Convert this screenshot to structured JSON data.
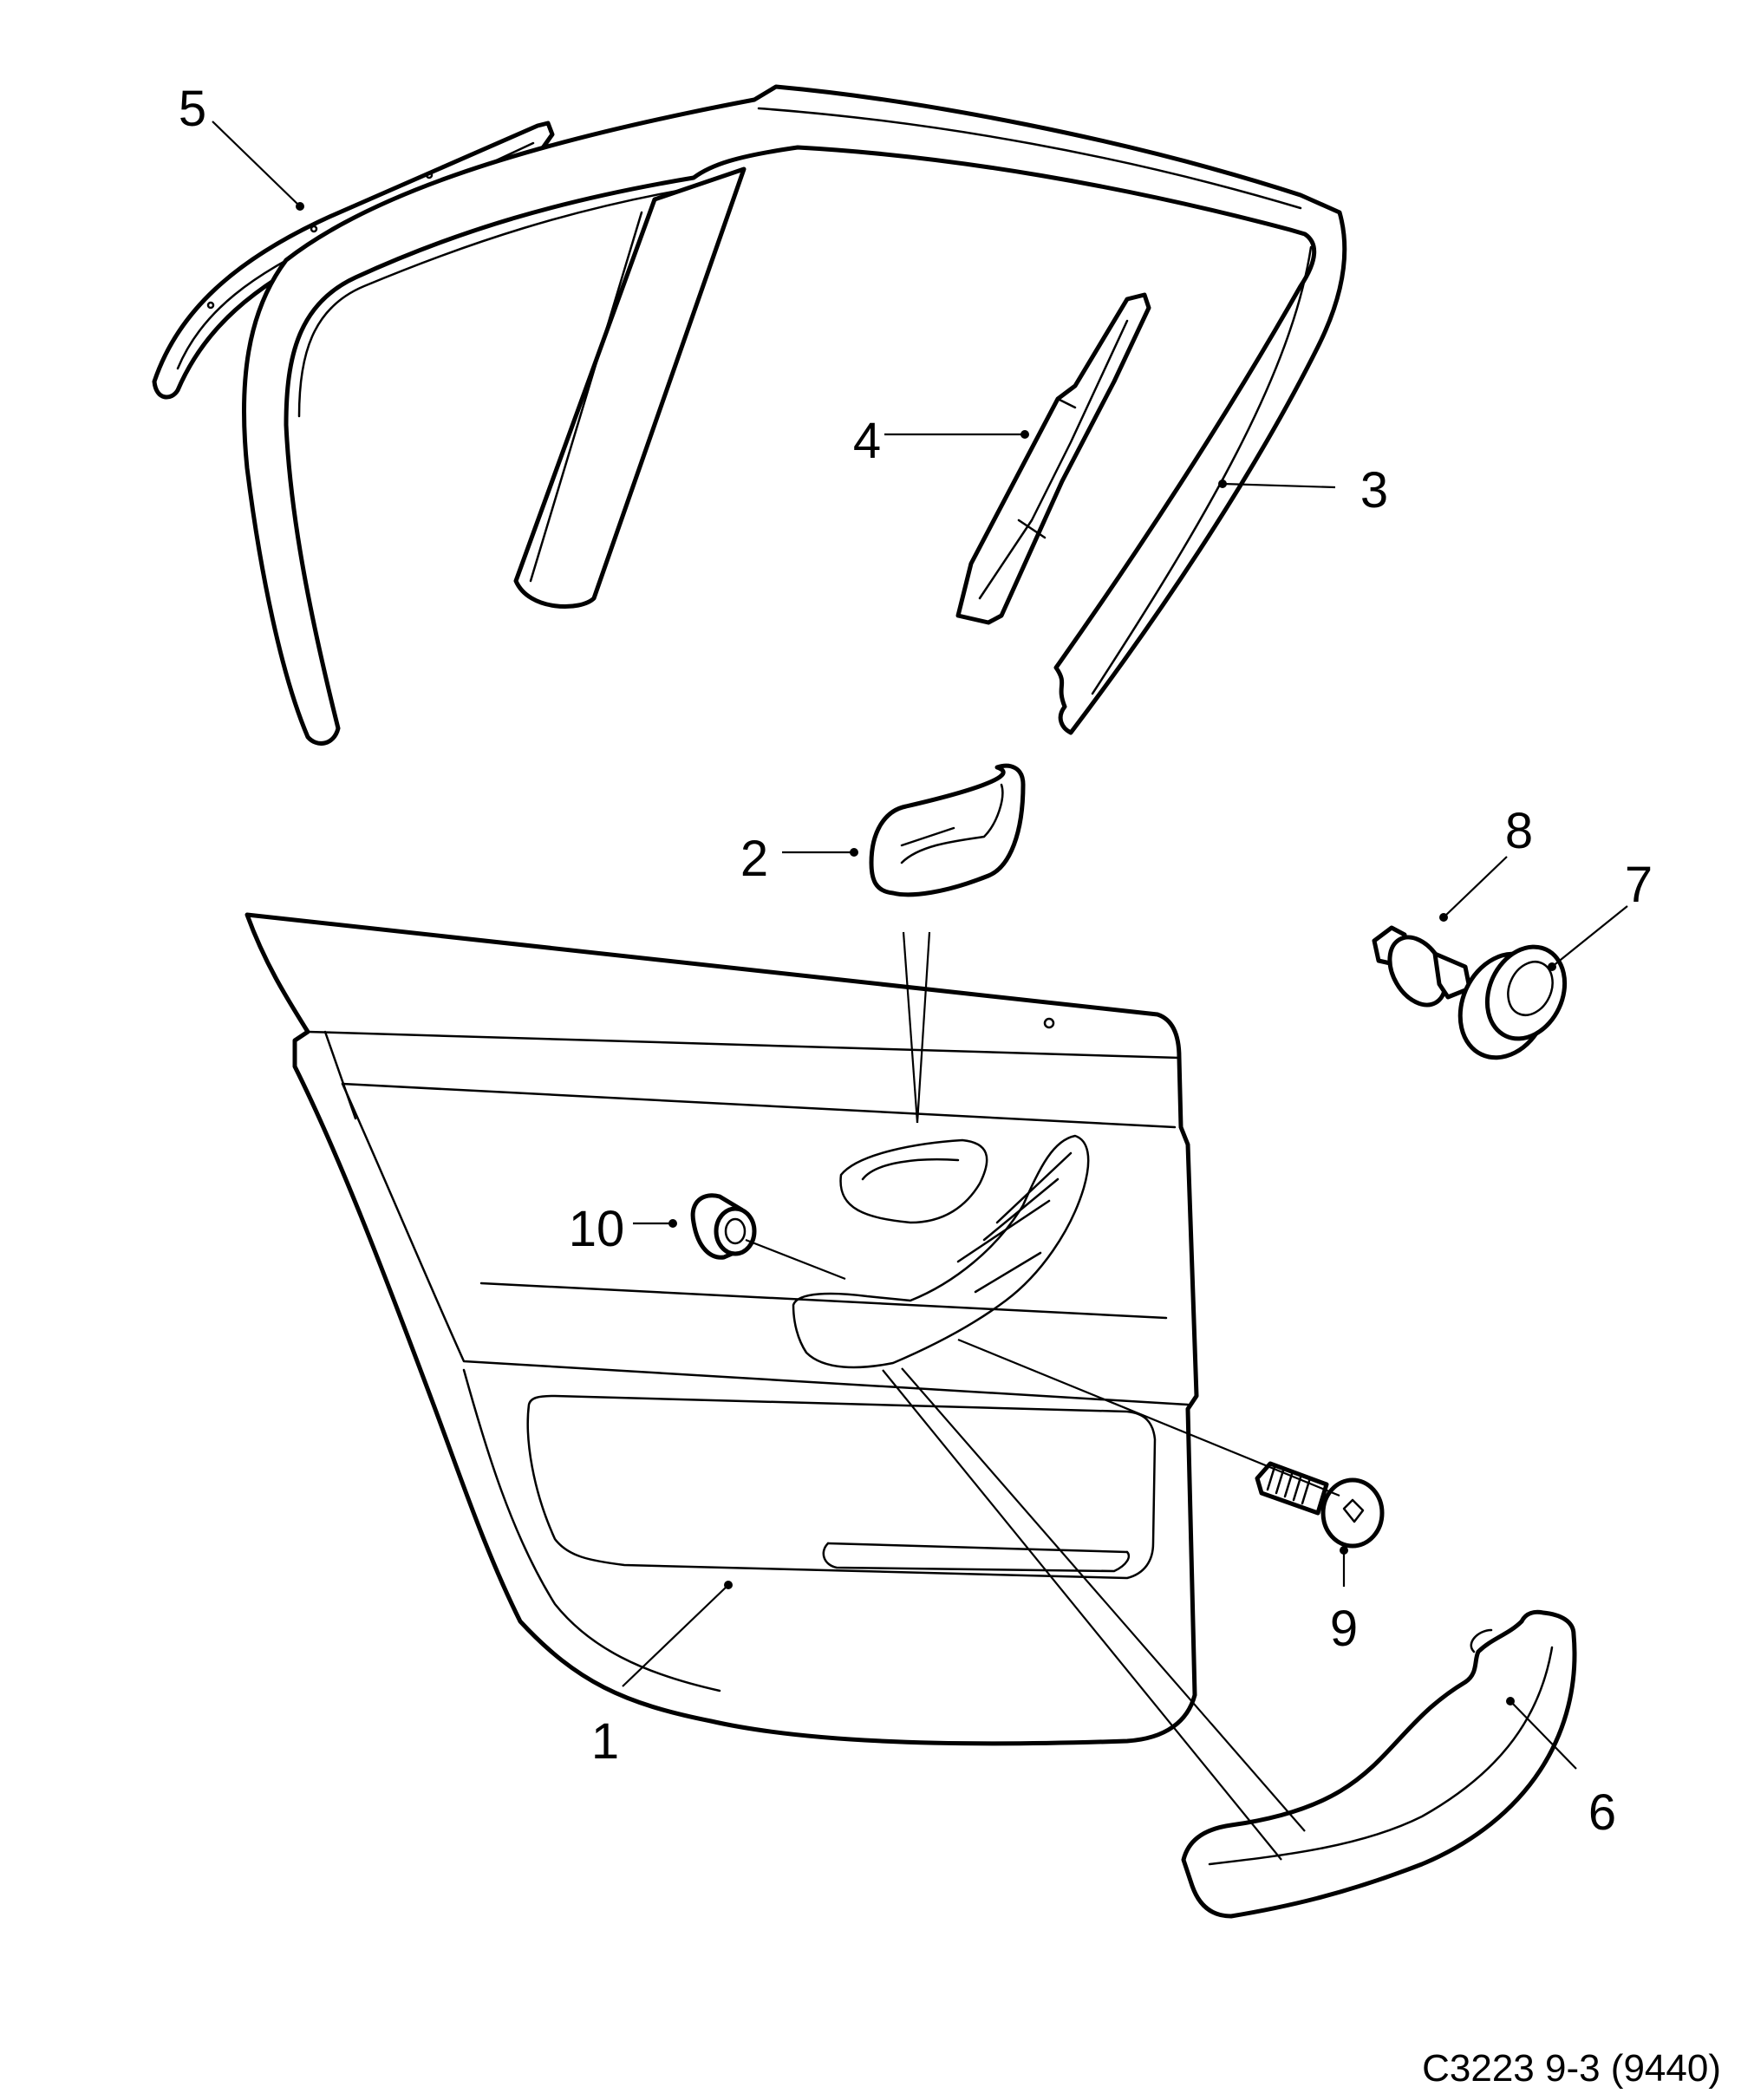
{
  "reference_code": "C3223 9-3 (9440)",
  "callouts": [
    {
      "id": "1",
      "label": "1",
      "part": "door-trim-panel"
    },
    {
      "id": "2",
      "label": "2",
      "part": "inner-door-handle"
    },
    {
      "id": "3",
      "label": "3",
      "part": "window-frame-seal"
    },
    {
      "id": "4",
      "label": "4",
      "part": "b-pillar-trim"
    },
    {
      "id": "5",
      "label": "5",
      "part": "upper-moulding-strip"
    },
    {
      "id": "6",
      "label": "6",
      "part": "armrest-cover"
    },
    {
      "id": "7",
      "label": "7",
      "part": "grommet"
    },
    {
      "id": "8",
      "label": "8",
      "part": "push-clip"
    },
    {
      "id": "9",
      "label": "9",
      "part": "screw"
    },
    {
      "id": "10",
      "label": "10",
      "part": "plug"
    }
  ],
  "colors": {
    "line": "#000000",
    "background": "#ffffff"
  }
}
